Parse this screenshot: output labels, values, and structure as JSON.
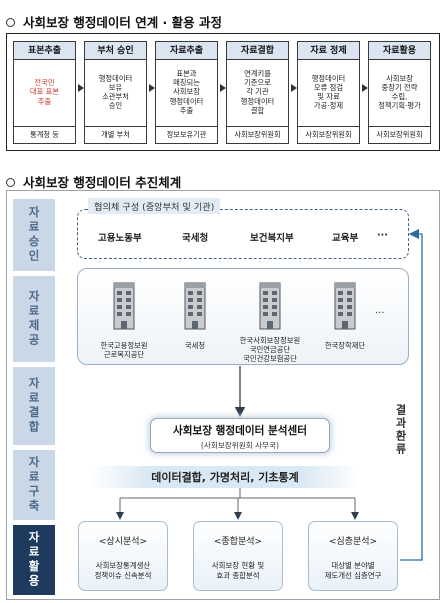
{
  "section1": {
    "title": "사회보장 행정데이터 연계 · 활용 과정",
    "steps": [
      {
        "header": "표본추출",
        "body": "전국민\n대표 표본\n추출",
        "footer": "통계청 등",
        "highlight": true
      },
      {
        "header": "부처 승인",
        "body": "행정데이터\n보유\n소관부처\n승인",
        "footer": "개별 부처",
        "highlight": false
      },
      {
        "header": "자료추출",
        "body": "표본과\n매칭되는\n사회보장\n행정데이터\n추출",
        "footer": "정보보유기관",
        "highlight": false
      },
      {
        "header": "자료결합",
        "body": "연계키를\n기준으로\n각 기관\n행정데이터\n결합",
        "footer": "사회보장위원회",
        "highlight": false
      },
      {
        "header": "자료 정제",
        "body": "행정데이터\n오류 점검\n및 자료\n가공·정제",
        "footer": "사회보장위원회",
        "highlight": false
      },
      {
        "header": "자료활용",
        "body": "사회보장\n중장기 전략\n수립,\n정책기획·평가",
        "footer": "사회보장위원회",
        "highlight": false
      }
    ]
  },
  "section2": {
    "title": "사회보장 행정데이터 추진체계",
    "stages": [
      {
        "label": "자료승인",
        "style": "light"
      },
      {
        "label": "자료제공",
        "style": "light"
      },
      {
        "label": "자료결합",
        "style": "light"
      },
      {
        "label": "자료구축",
        "style": "light"
      },
      {
        "label": "자료활용",
        "style": "dark"
      }
    ],
    "council": {
      "title": "협의체 구성 (중앙부처 및 기관)",
      "ministries": [
        "고용노동부",
        "국세청",
        "보건복지부",
        "교육부",
        "···"
      ]
    },
    "institutions": [
      {
        "name": "한국고용정보원\n근로복지공단"
      },
      {
        "name": "국세청"
      },
      {
        "name": "한국사회보장정보원\n국민연금공단\n국민건강보험공단"
      },
      {
        "name": "한국장학재단"
      }
    ],
    "institutions_more": "···",
    "center": {
      "title": "사회보장 행정데이터 분석센터",
      "subtitle": "(사회보장위원회 사무국)"
    },
    "processing": "데이터결합, 가명처리, 기초통계",
    "analyses": [
      {
        "title": "<상시분석>",
        "desc": "사회보장통계생산\n정책이슈 신속분석"
      },
      {
        "title": "<종합분석>",
        "desc": "사회보장 현황 및\n효과 종합분석"
      },
      {
        "title": "<심층분석>",
        "desc": "대상별 분야별\n제도개선 심층연구"
      }
    ],
    "feedback": "결과환류",
    "colors": {
      "dark_stage": "#1f3a5f",
      "light_stage": "#c9d7e6",
      "step_header": "#dbe5f1"
    }
  }
}
